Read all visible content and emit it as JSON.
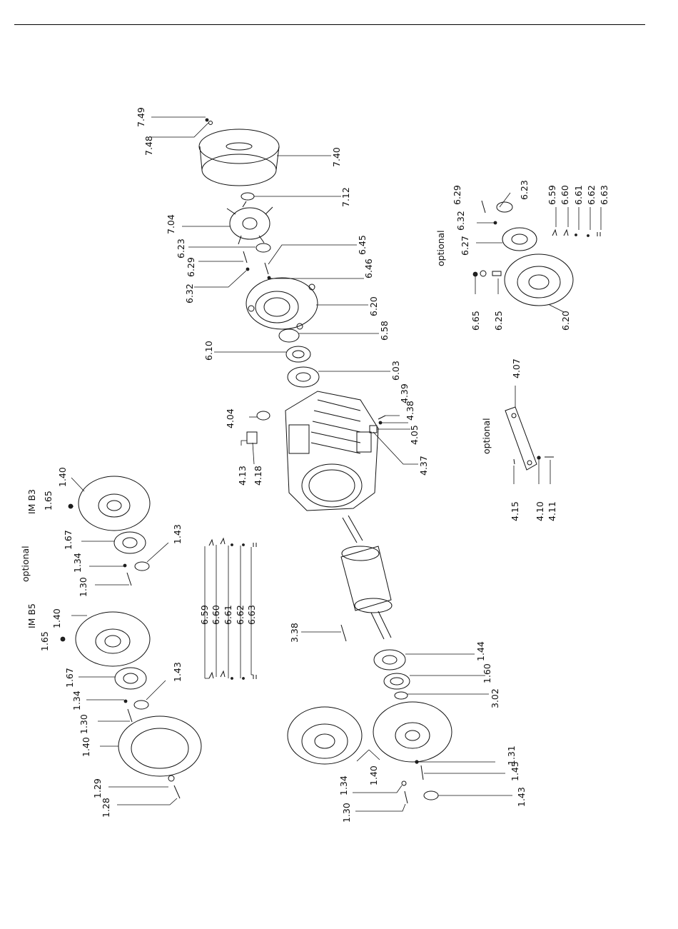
{
  "labels": {
    "7.49": "7.49",
    "7.48": "7.48",
    "7.40": "7.40",
    "7.12": "7.12",
    "7.04": "7.04",
    "6.23": "6.23",
    "6.29": "6.29",
    "6.32": "6.32",
    "6.45": "6.45",
    "6.46": "6.46",
    "6.20": "6.20",
    "6.58": "6.58",
    "6.10": "6.10",
    "6.03": "6.03",
    "4.39": "4.39",
    "4.38": "4.38",
    "4.05": "4.05",
    "4.37": "4.37",
    "4.04": "4.04",
    "4.13": "4.13",
    "4.18": "4.18",
    "6.59": "6.59",
    "6.60": "6.60",
    "6.61": "6.61",
    "6.62": "6.62",
    "6.63": "6.63",
    "6.27": "6.27",
    "6.65": "6.65",
    "6.25": "6.25",
    "4.07": "4.07",
    "4.15": "4.15",
    "4.10": "4.10",
    "4.11": "4.11",
    "1.40": "1.40",
    "1.65": "1.65",
    "1.67": "1.67",
    "1.34": "1.34",
    "1.30": "1.30",
    "1.43": "1.43",
    "1.29": "1.29",
    "1.28": "1.28",
    "3.38": "3.38",
    "1.44": "1.44",
    "1.60": "1.60",
    "3.02": "3.02",
    "1.31": "1.31",
    "1.45": "1.45",
    "optional": "optional",
    "im_b3": "IM B3",
    "im_b5": "IM B5"
  }
}
